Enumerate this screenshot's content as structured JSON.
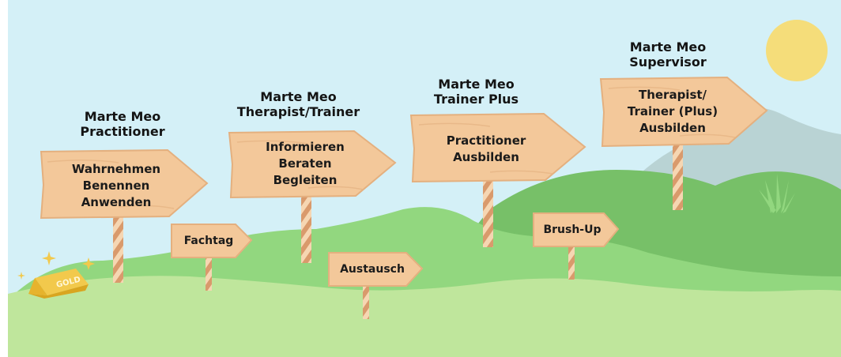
{
  "colors": {
    "sky": "#d4f0f7",
    "sun": "#f5dd7a",
    "hill_dark": "#77c068",
    "hill_mid": "#92d77f",
    "hill_light": "#bfe69c",
    "distant_mountain": "#b9d3d4",
    "sign_wood": "#f3c89a",
    "post_stripe": "#d99a6c"
  },
  "stages": [
    {
      "title": "Marte Meo\nPractitioner",
      "sign_text": "Wahrnehmen\nBenennen\nAnwenden"
    },
    {
      "title": "Marte Meo\nTherapist/Trainer",
      "sign_text": "Informieren\nBeraten\nBegleiten"
    },
    {
      "title": "Marte Meo\nTrainer Plus",
      "sign_text": "Practitioner\nAusbilden"
    },
    {
      "title": "Marte Meo\nSupervisor",
      "sign_text": "Therapist/\nTrainer (Plus)\nAusbilden"
    }
  ],
  "small_signs": [
    {
      "label": "Fachtag"
    },
    {
      "label": "Austausch"
    },
    {
      "label": "Brush-Up"
    }
  ],
  "gold_bar": {
    "label": "GOLD"
  }
}
